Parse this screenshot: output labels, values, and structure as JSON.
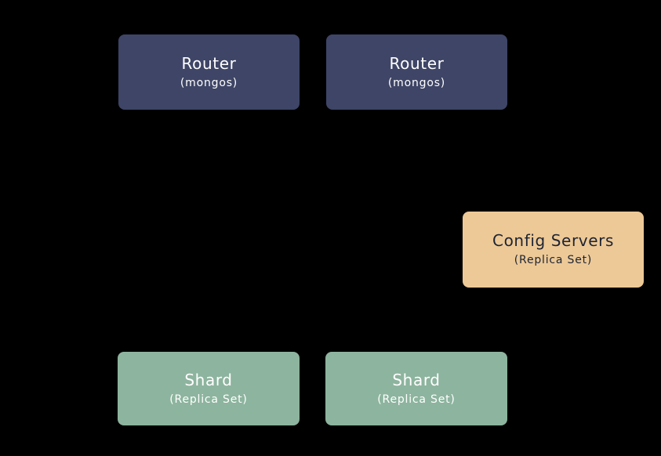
{
  "diagram": {
    "background_color": "#000000",
    "nodes": [
      {
        "id": "router-1",
        "title": "Router",
        "subtitle": "(mongos)",
        "fill": "#3e4566",
        "text_color": "#ffffff"
      },
      {
        "id": "router-2",
        "title": "Router",
        "subtitle": "(mongos)",
        "fill": "#3e4566",
        "text_color": "#ffffff"
      },
      {
        "id": "config-servers",
        "title": "Config Servers",
        "subtitle": "(Replica Set)",
        "fill": "#edc997",
        "text_color": "#1d2433"
      },
      {
        "id": "shard-1",
        "title": "Shard",
        "subtitle": "(Replica Set)",
        "fill": "#8db49e",
        "text_color": "#ffffff"
      },
      {
        "id": "shard-2",
        "title": "Shard",
        "subtitle": "(Replica Set)",
        "fill": "#8db49e",
        "text_color": "#ffffff"
      }
    ]
  }
}
